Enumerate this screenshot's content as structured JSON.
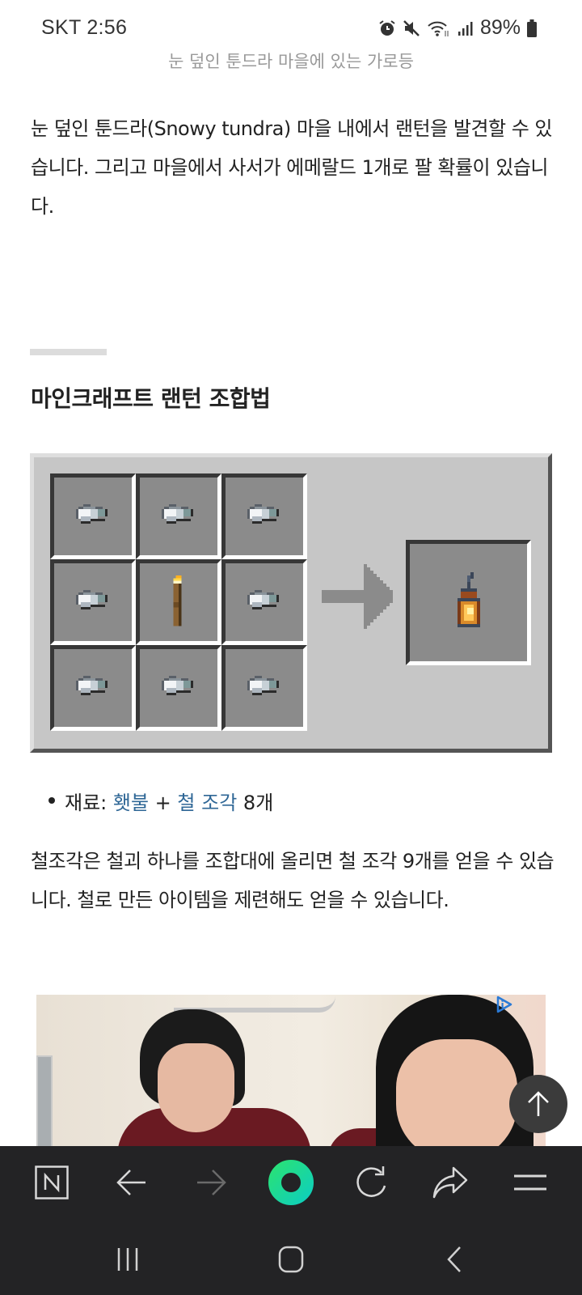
{
  "status_bar": {
    "carrier_time": "SKT 2:56",
    "battery": "89%",
    "icons": [
      "alarm-icon",
      "mute-icon",
      "wifi-icon",
      "signal-icon",
      "battery-icon"
    ]
  },
  "page": {
    "subtitle": "눈 덮인 툰드라 마을에 있는 가로등",
    "paragraph1": "눈 덮인 툰드라(Snowy tundra) 마을 내에서 랜턴을 발견할 수 있습니다. 그리고 마을에서 사서가 에메랄드 1개로 팔 확률이 있습니다.",
    "section_title": "마인크래프트 랜턴 조합법",
    "crafting": {
      "grid": [
        "iron-nugget",
        "iron-nugget",
        "iron-nugget",
        "iron-nugget",
        "torch",
        "iron-nugget",
        "iron-nugget",
        "iron-nugget",
        "iron-nugget"
      ],
      "result": "lantern"
    },
    "materials": {
      "label": "재료: ",
      "link1": "횃불",
      "plus": " + ",
      "link2": "철 조각",
      "count": " 8개"
    },
    "paragraph2": "철조각은 철괴 하나를 조합대에 올리면 철 조각 9개를 얻을 수 있습니다. 철로 만든 아이템을 제련해도 얻을 수 있습니다."
  },
  "ad": {
    "info_icon": "ad-info-icon"
  },
  "colors": {
    "link": "#2f6796",
    "toolbar_bg": "#232325",
    "home_accent": "#1ed98a"
  },
  "toolbar": {
    "buttons": [
      "naver-n-icon",
      "back-arrow-icon",
      "forward-arrow-icon",
      "home-ring-icon",
      "refresh-icon",
      "share-icon",
      "menu-icon"
    ],
    "naver_label": "N"
  },
  "navbar": {
    "buttons": [
      "recent-apps-icon",
      "home-icon",
      "back-icon"
    ]
  }
}
